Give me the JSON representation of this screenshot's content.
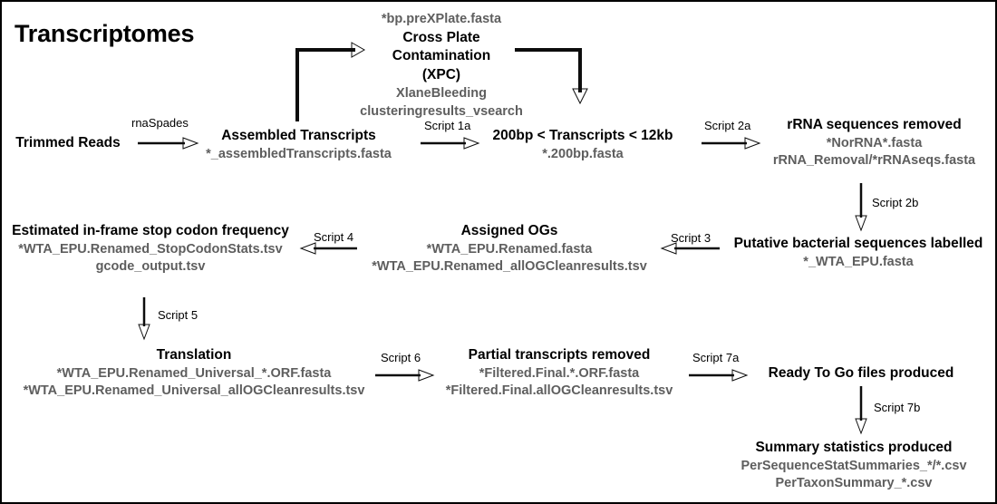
{
  "page": {
    "title": "Transcriptomes",
    "border_color": "#000000",
    "background": "#ffffff",
    "heading_color": "#000000",
    "filename_color": "#5e5e5e"
  },
  "nodes": {
    "trimmed_reads": {
      "title": "Trimmed Reads"
    },
    "assembled": {
      "title": "Assembled Transcripts",
      "file1": "*_assembledTranscripts.fasta"
    },
    "xpc": {
      "file_top": "*bp.preXPlate.fasta",
      "title_line1": "Cross Plate",
      "title_line2": "Contamination",
      "title_line3": "(XPC)",
      "tool1": "XlaneBleeding",
      "tool2": "clusteringresults_vsearch"
    },
    "length_filter": {
      "title": "200bp < Transcripts < 12kb",
      "file1": "*.200bp.fasta"
    },
    "rrna_removed": {
      "title": "rRNA sequences removed",
      "file1": "*NorRNA*.fasta",
      "file2": "rRNA_Removal/*rRNAseqs.fasta"
    },
    "bacterial_labelled": {
      "title": "Putative bacterial sequences labelled",
      "file1": "*_WTA_EPU.fasta"
    },
    "assigned_ogs": {
      "title": "Assigned OGs",
      "file1": "*WTA_EPU.Renamed.fasta",
      "file2": "*WTA_EPU.Renamed_allOGCleanresults.tsv"
    },
    "stop_codon": {
      "title": "Estimated in-frame stop codon frequency",
      "file1": "*WTA_EPU.Renamed_StopCodonStats.tsv",
      "file2": "gcode_output.tsv"
    },
    "translation": {
      "title": "Translation",
      "file1": "*WTA_EPU.Renamed_Universal_*.ORF.fasta",
      "file2": "*WTA_EPU.Renamed_Universal_allOGCleanresults.tsv"
    },
    "partial_removed": {
      "title": "Partial transcripts removed",
      "file1": "*Filtered.Final.*.ORF.fasta",
      "file2": "*Filtered.Final.allOGCleanresults.tsv"
    },
    "ready_to_go": {
      "title": "Ready To Go files produced"
    },
    "summary_stats": {
      "title": "Summary statistics produced",
      "file1": "PerSequenceStatSummaries_*/*.csv",
      "file2": "PerTaxonSummary_*.csv"
    }
  },
  "edges": {
    "rnaspades": "rnaSpades",
    "script1a": "Script 1a",
    "script2a": "Script 2a",
    "script2b": "Script 2b",
    "script3": "Script 3",
    "script4": "Script 4",
    "script5": "Script 5",
    "script6": "Script 6",
    "script7a": "Script 7a",
    "script7b": "Script 7b"
  }
}
